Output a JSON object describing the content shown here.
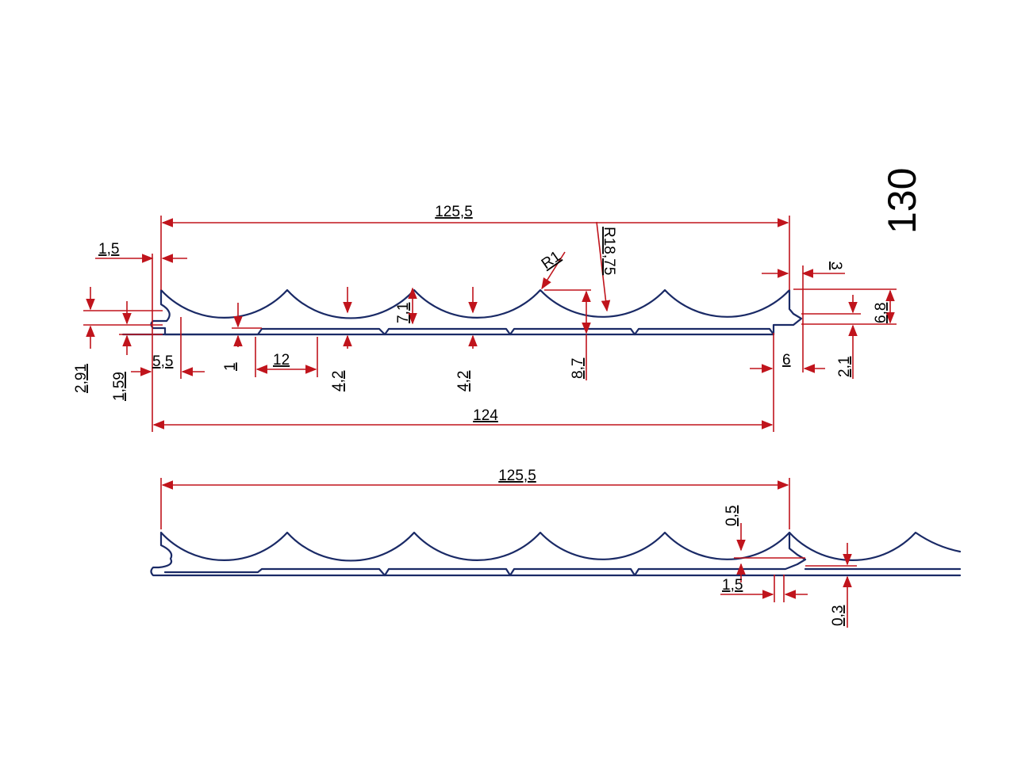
{
  "colors": {
    "profile": "#1a2a66",
    "dimension": "#c0141c",
    "text": "#000000",
    "background": "#ffffff"
  },
  "title": "130",
  "top_view": {
    "overall_width": "125,5",
    "base_width": "124",
    "left_edge_offset": "1,5",
    "right_edge_offset": "3",
    "fillet_radius": "R1",
    "arc_radius": "R18,75",
    "tongue_height": "2,91",
    "tongue_thickness": "1,59",
    "tongue_length": "5,5",
    "groove_depth": "1",
    "groove_width": "12",
    "min_thickness_1": "4,2",
    "min_thickness_2": "4,2",
    "crest_height": "7,1",
    "total_thickness": "8,7",
    "right_step_height": "6,8",
    "right_notch_height": "2,1",
    "right_notch_width": "6"
  },
  "bottom_view": {
    "overall_width": "125,5",
    "joint_clearance_vertical": "0,5",
    "joint_gap_horizontal": "1,5",
    "joint_clearance_bottom": "0,3"
  }
}
